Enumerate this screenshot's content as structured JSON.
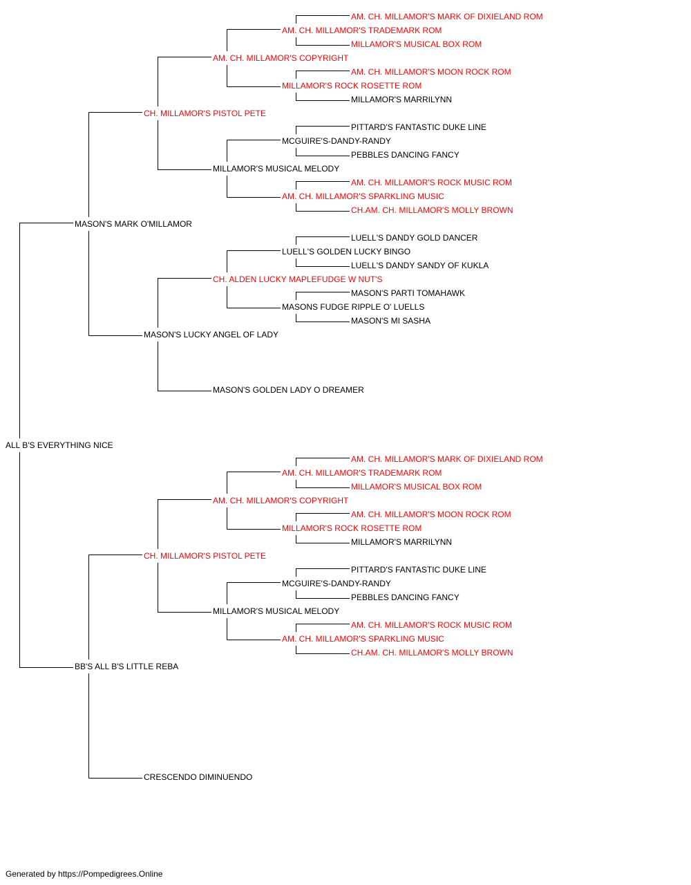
{
  "colors": {
    "champion": "#ff0000",
    "normal": "#000000",
    "line": "#000000"
  },
  "pedigree": {
    "name": "ALL B'S EVERYTHING NICE",
    "champ": false,
    "sire": {
      "name": "MASON'S MARK O'MILLAMOR",
      "champ": false,
      "sire": {
        "name": "CH. MILLAMOR'S PISTOL PETE",
        "champ": true,
        "sire": {
          "name": "AM. CH. MILLAMOR'S COPYRIGHT",
          "champ": true,
          "sire": {
            "name": "AM. CH. MILLAMOR'S TRADEMARK ROM",
            "champ": true,
            "sire": {
              "name": "AM. CH. MILLAMOR'S MARK OF DIXIELAND ROM",
              "champ": true
            },
            "dam": {
              "name": "MILLAMOR'S MUSICAL BOX ROM",
              "champ": true
            }
          },
          "dam": {
            "name": "MILLAMOR'S ROCK ROSETTE ROM",
            "champ": true,
            "sire": {
              "name": "AM. CH. MILLAMOR'S MOON ROCK ROM",
              "champ": true
            },
            "dam": {
              "name": "MILLAMOR'S MARRILYNN",
              "champ": false
            }
          }
        },
        "dam": {
          "name": "MILLAMOR'S MUSICAL MELODY",
          "champ": false,
          "sire": {
            "name": "MCGUIRE'S-DANDY-RANDY",
            "champ": false,
            "sire": {
              "name": "PITTARD'S FANTASTIC DUKE LINE",
              "champ": false
            },
            "dam": {
              "name": "PEBBLES DANCING FANCY",
              "champ": false
            }
          },
          "dam": {
            "name": "AM. CH. MILLAMOR'S SPARKLING MUSIC",
            "champ": true,
            "sire": {
              "name": "AM. CH. MILLAMOR'S ROCK MUSIC ROM",
              "champ": true
            },
            "dam": {
              "name": "CH.AM. CH. MILLAMOR'S MOLLY BROWN",
              "champ": true
            }
          }
        }
      },
      "dam": {
        "name": "MASON'S LUCKY ANGEL OF LADY",
        "champ": false,
        "sire": {
          "name": "CH. ALDEN LUCKY MAPLEFUDGE W NUT'S",
          "champ": true,
          "sire": {
            "name": "LUELL'S GOLDEN LUCKY BINGO",
            "champ": false,
            "sire": {
              "name": "LUELL'S DANDY GOLD DANCER",
              "champ": false
            },
            "dam": {
              "name": "LUELL'S DANDY SANDY OF KUKLA",
              "champ": false
            }
          },
          "dam": {
            "name": "MASONS FUDGE RIPPLE O' LUELLS",
            "champ": false,
            "sire": {
              "name": "MASON'S PARTI TOMAHAWK",
              "champ": false
            },
            "dam": {
              "name": "MASON'S MI SASHA",
              "champ": false
            }
          }
        },
        "dam": {
          "name": "MASON'S GOLDEN LADY O DREAMER",
          "champ": false
        }
      }
    },
    "dam": {
      "name": "BB'S ALL B'S LITTLE REBA",
      "champ": false,
      "sire": {
        "name": "CH. MILLAMOR'S PISTOL PETE",
        "champ": true,
        "sire": {
          "name": "AM. CH. MILLAMOR'S COPYRIGHT",
          "champ": true,
          "sire": {
            "name": "AM. CH. MILLAMOR'S TRADEMARK ROM",
            "champ": true,
            "sire": {
              "name": "AM. CH. MILLAMOR'S MARK OF DIXIELAND ROM",
              "champ": true
            },
            "dam": {
              "name": "MILLAMOR'S MUSICAL BOX ROM",
              "champ": true
            }
          },
          "dam": {
            "name": "MILLAMOR'S ROCK ROSETTE ROM",
            "champ": true,
            "sire": {
              "name": "AM. CH. MILLAMOR'S MOON ROCK ROM",
              "champ": true
            },
            "dam": {
              "name": "MILLAMOR'S MARRILYNN",
              "champ": false
            }
          }
        },
        "dam": {
          "name": "MILLAMOR'S MUSICAL MELODY",
          "champ": false,
          "sire": {
            "name": "MCGUIRE'S-DANDY-RANDY",
            "champ": false,
            "sire": {
              "name": "PITTARD'S FANTASTIC DUKE LINE",
              "champ": false
            },
            "dam": {
              "name": "PEBBLES DANCING FANCY",
              "champ": false
            }
          },
          "dam": {
            "name": "AM. CH. MILLAMOR'S SPARKLING MUSIC",
            "champ": true,
            "sire": {
              "name": "AM. CH. MILLAMOR'S ROCK MUSIC ROM",
              "champ": true
            },
            "dam": {
              "name": "CH.AM. CH. MILLAMOR'S MOLLY BROWN",
              "champ": true
            }
          }
        }
      },
      "dam": {
        "name": "CRESCENDO DIMINUENDO",
        "champ": false
      }
    }
  },
  "footer": {
    "text": "Generated by https://Pompedigrees.Online"
  }
}
